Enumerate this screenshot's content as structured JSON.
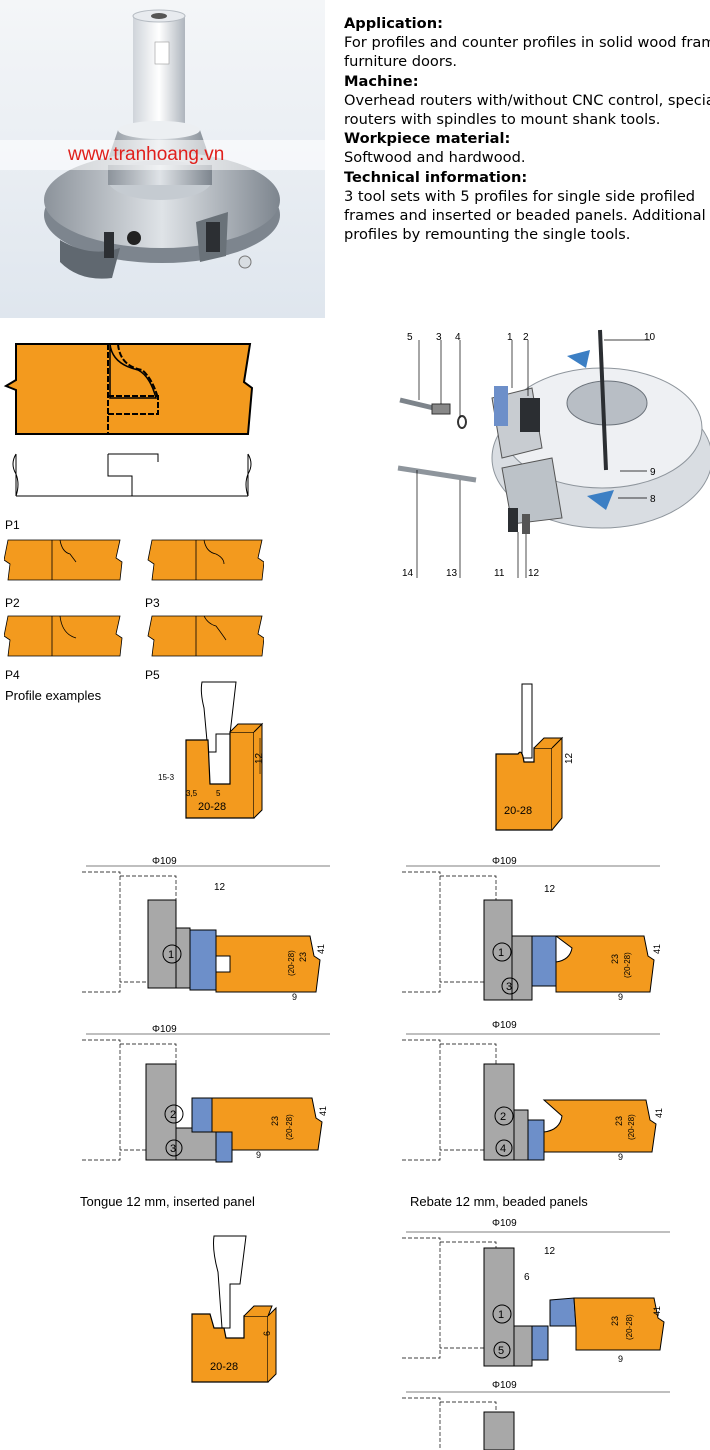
{
  "watermark": "www.tranhoang.vn",
  "description": {
    "application_heading": "Application:",
    "application_text_1": "For profiles and counter profiles in solid wood frame",
    "application_text_2": "furniture doors.",
    "machine_heading": "Machine:",
    "machine_text_1": "Overhead routers with/without CNC control, special",
    "machine_text_2": "routers with spindles to mount shank tools.",
    "material_heading": "Workpiece material:",
    "material_text": "Softwood and hardwood.",
    "technical_heading": "Technical information:",
    "technical_text_1": "3 tool sets with 5 profiles for single side profiled",
    "technical_text_2": "frames and inserted or beaded panels. Additional",
    "technical_text_3": "profiles by remounting the single tools."
  },
  "profiles": {
    "p1": "P1",
    "p2": "P2",
    "p3": "P3",
    "p4": "P4",
    "p5": "P5",
    "caption": "Profile examples"
  },
  "exploded": {
    "n1": "1",
    "n2": "2",
    "n3": "3",
    "n4": "4",
    "n5": "5",
    "n8": "8",
    "n9": "9",
    "n10": "10",
    "n11": "11",
    "n12": "12",
    "n13": "13",
    "n14": "14"
  },
  "dims": {
    "d12": "12",
    "d15_3": "15-3",
    "d6": "6",
    "d3_5": "3,5",
    "d5": "5",
    "d20_28": "20-28",
    "dia109": "Φ109",
    "d41": "41",
    "d23": "23",
    "d20_28p": "(20-28)",
    "d9": "9",
    "c1": "1",
    "c2": "2",
    "c3": "3",
    "c4": "4",
    "c5": "5"
  },
  "captions": {
    "tongue": "Tongue 12 mm, inserted panel",
    "rebate": "Rebate 12 mm, beaded panels"
  },
  "colors": {
    "orange": "#f39a1e",
    "grey": "#a8a8a8",
    "blue": "#6d8fc9"
  }
}
